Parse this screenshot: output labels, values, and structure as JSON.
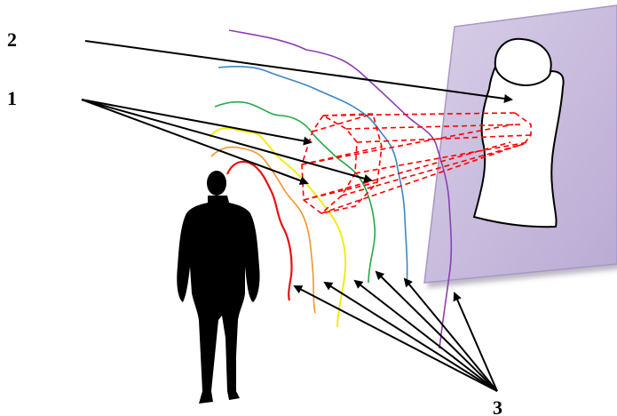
{
  "labels": {
    "one": "1",
    "two": "2",
    "three": "3"
  },
  "colors": {
    "arrow": "#000000",
    "frustum": "#ff0000",
    "panel_fill": "#c9bcdc",
    "panel_edge": "#a897c6",
    "silhouette": "#000000",
    "wave_red": "#e81212",
    "wave_orange": "#f0962e",
    "wave_yellow": "#f2ec12",
    "wave_green": "#26a84a",
    "wave_blue": "#3b86c7",
    "wave_purple": "#8e3fb1"
  }
}
